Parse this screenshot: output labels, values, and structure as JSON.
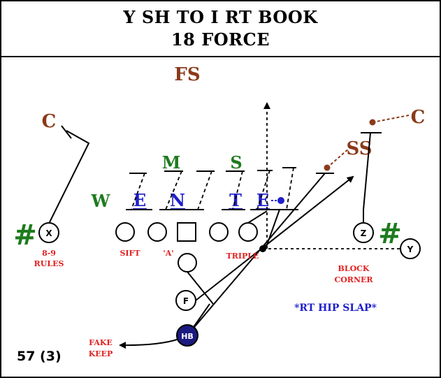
{
  "title": {
    "line1": "Y SH TO I RT BOOK",
    "line2": "18 FORCE"
  },
  "defense": {
    "fs": "FS",
    "c_left": "C",
    "c_right": "C",
    "ss": "SS",
    "m": "M",
    "s": "S",
    "w": "W",
    "line": [
      "E",
      "N",
      "T",
      "E"
    ]
  },
  "offense": {
    "x": "X",
    "z": "Z",
    "y": "Y",
    "f": "F",
    "hb": "HB",
    "hash_left": "#",
    "hash_right": "#"
  },
  "notes": {
    "rules": [
      "8-9",
      "RULES"
    ],
    "sift": "SIFT",
    "a_gap": "'A'",
    "triple": "TRIPLE",
    "block_corner": [
      "BLOCK",
      "CORNER"
    ],
    "rt_hip_slap": "*RT HIP SLAP*",
    "fake_keep": [
      "FAKE",
      "KEEP"
    ],
    "play_number": "57 (3)"
  },
  "colors": {
    "defense_brown": "#8B3A1A",
    "defense_green": "#1E7B1E",
    "line_blue": "#1F1FCC",
    "note_red": "#E02020",
    "hb_fill": "#1A1A80"
  }
}
